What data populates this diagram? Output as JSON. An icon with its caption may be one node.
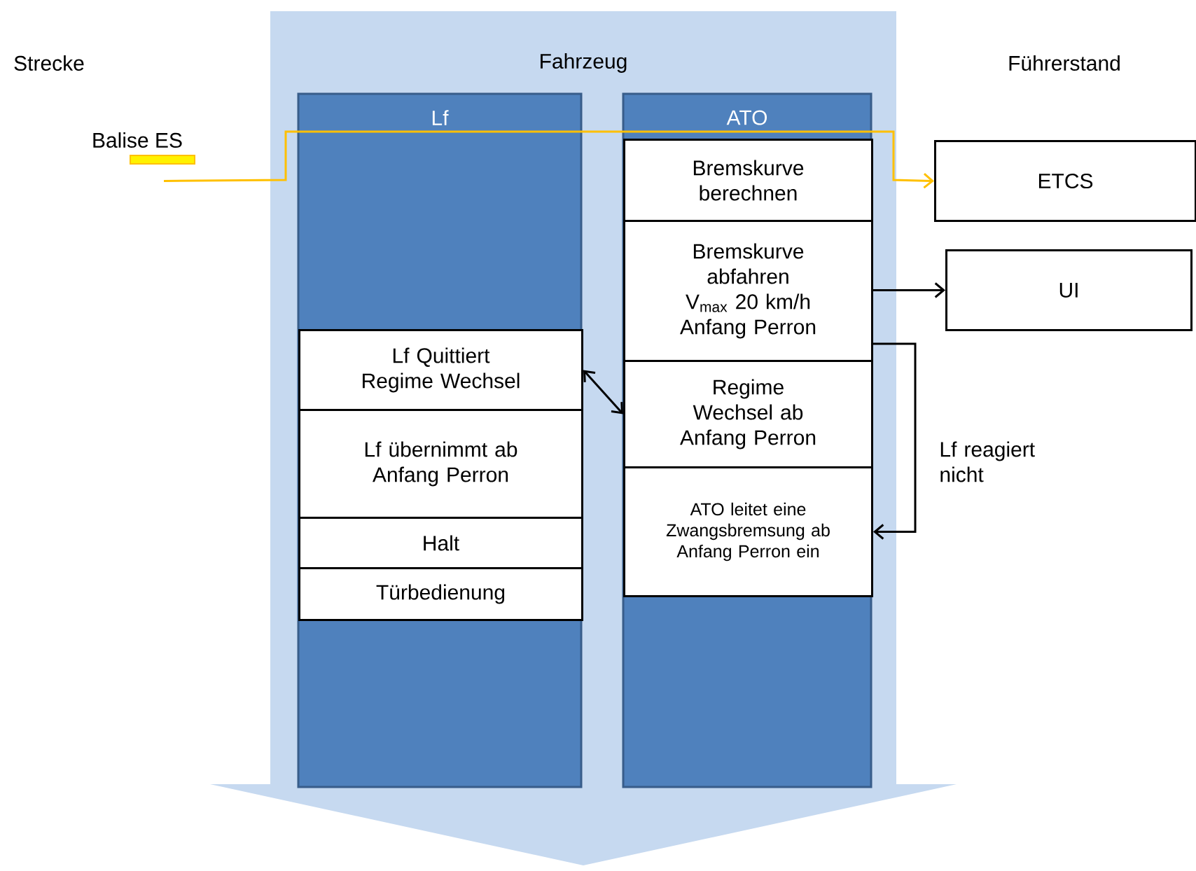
{
  "diagram": {
    "nodes": [
      {
        "text": [
          "Fahrzeug"
        ]
      },
      {
        "text": [
          "Lf"
        ],
        "in": 0
      },
      {
        "text": [
          "Lf Quittiert Regime Wechsel"
        ],
        "in": 1
      },
      {
        "text": [
          "Lf übernimmt ab Anfang Perron"
        ],
        "in": 1
      },
      {
        "text": [
          "Halt"
        ],
        "in": 1
      },
      {
        "text": [
          "Türbedienung"
        ],
        "in": 1
      },
      {
        "text": [
          "ATO"
        ],
        "in": 0
      },
      {
        "text": [
          "Bremskurve berechnen"
        ],
        "in": 6
      },
      {
        "text": [
          "Bremskurve abfahren V$_{max}$ 20 km/h Anfang Perron"
        ],
        "in": 6
      },
      {
        "text": [
          "Regime Wechsel ab Anfang Perron"
        ],
        "in": 6
      },
      {
        "text": [
          "ATO leitet eine Zwangsbremsung ab Anfang Perron ein"
        ],
        "in": 6
      },
      {
        "text": [
          "Balise ES"
        ]
      },
      {
        "text": [
          "ETCS"
        ]
      },
      {
        "text": [
          "UI"
        ]
      }
    ],
    "edges": [
      {
        "from": 11,
        "to": 12,
        "arrow": "to",
        "color": "#ffc000"
      },
      {
        "from": 8,
        "to": 13,
        "arrow": "to"
      },
      {
        "from": 2,
        "to": 9,
        "arrow": "both"
      },
      {
        "from": 8,
        "to": 10,
        "arrow": "to",
        "label": "Lf reagiert nicht"
      }
    ],
    "labels": [
      "Strecke",
      "Führerstand"
    ]
  }
}
